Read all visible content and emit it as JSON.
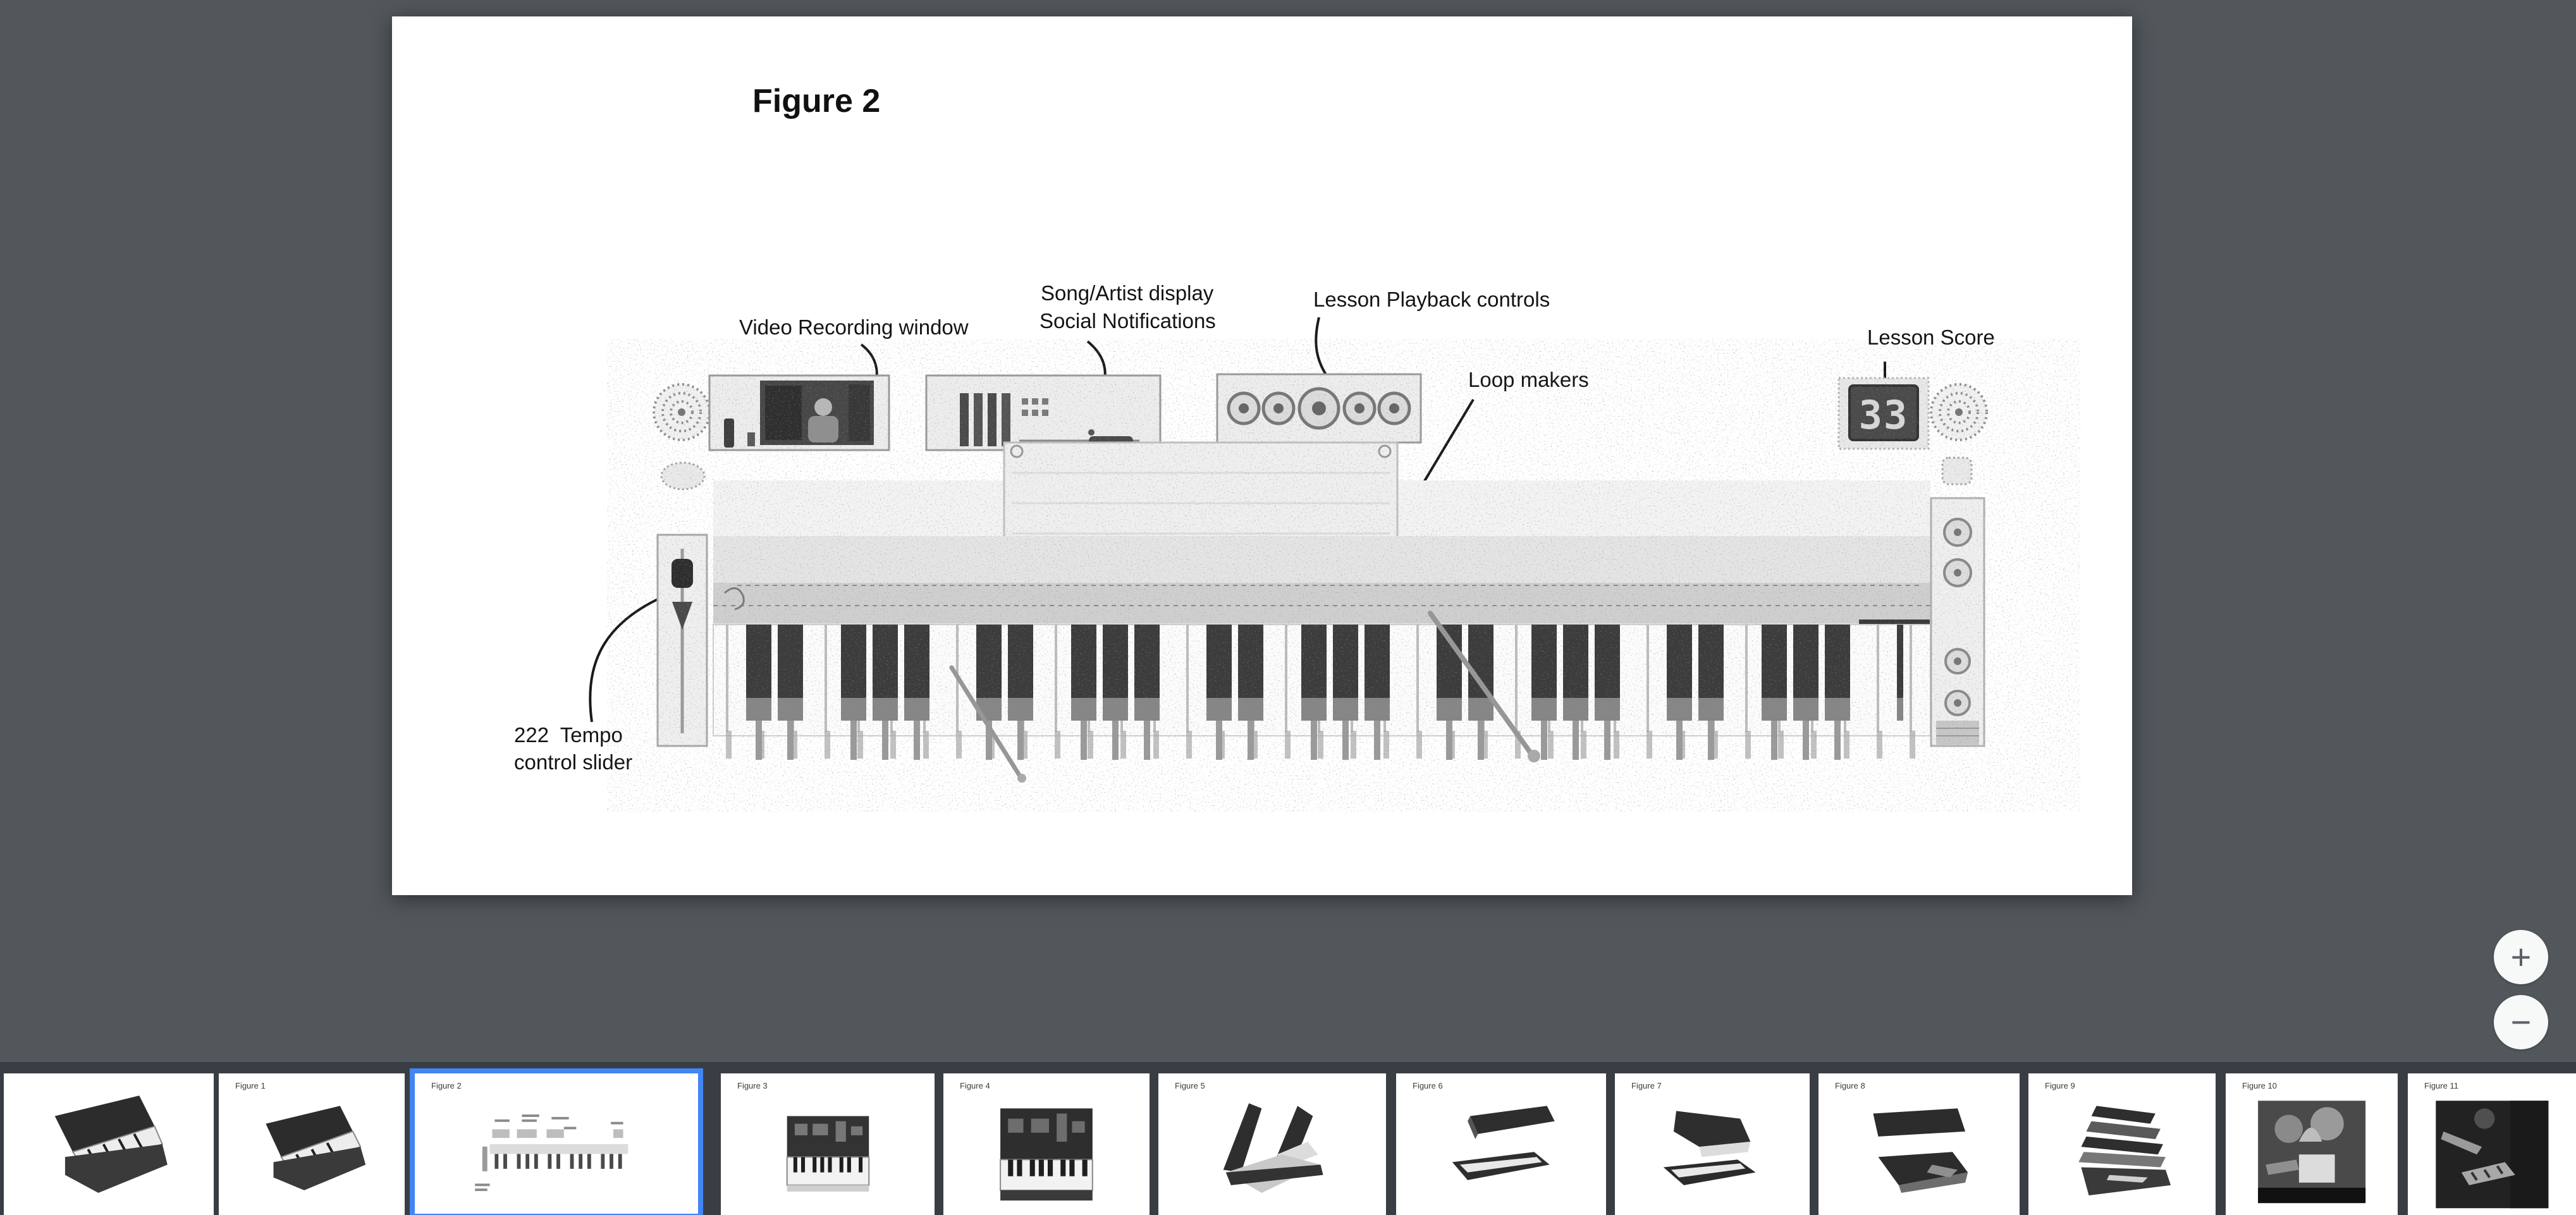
{
  "viewer": {
    "background_color": "#52575c",
    "accent_color": "#4285f4",
    "zoom_controls": {
      "zoom_in": "+",
      "zoom_out": "−"
    }
  },
  "figure": {
    "title": "Figure 2",
    "lesson_score_value": "33",
    "annotations": {
      "video": "Video Recording window",
      "song_line1": "Song/Artist display",
      "song_line2": "Social Notifications",
      "playback": "Lesson Playback controls",
      "loop": "Loop makers",
      "score": "Lesson Score",
      "tempo_line1": "222  Tempo",
      "tempo_line2": "control slider"
    }
  },
  "filmstrip": {
    "thumbnails": [
      {
        "label": "",
        "selected": false
      },
      {
        "label": "Figure 1",
        "selected": false
      },
      {
        "label": "Figure 2",
        "selected": true
      },
      {
        "label": "Figure 3",
        "selected": false
      },
      {
        "label": "Figure 4",
        "selected": false
      },
      {
        "label": "Figure 5",
        "selected": false
      },
      {
        "label": "Figure 6",
        "selected": false
      },
      {
        "label": "Figure 7",
        "selected": false
      },
      {
        "label": "Figure 8",
        "selected": false
      },
      {
        "label": "Figure 9",
        "selected": false
      },
      {
        "label": "Figure 10",
        "selected": false
      },
      {
        "label": "Figure 11",
        "selected": false
      }
    ]
  }
}
